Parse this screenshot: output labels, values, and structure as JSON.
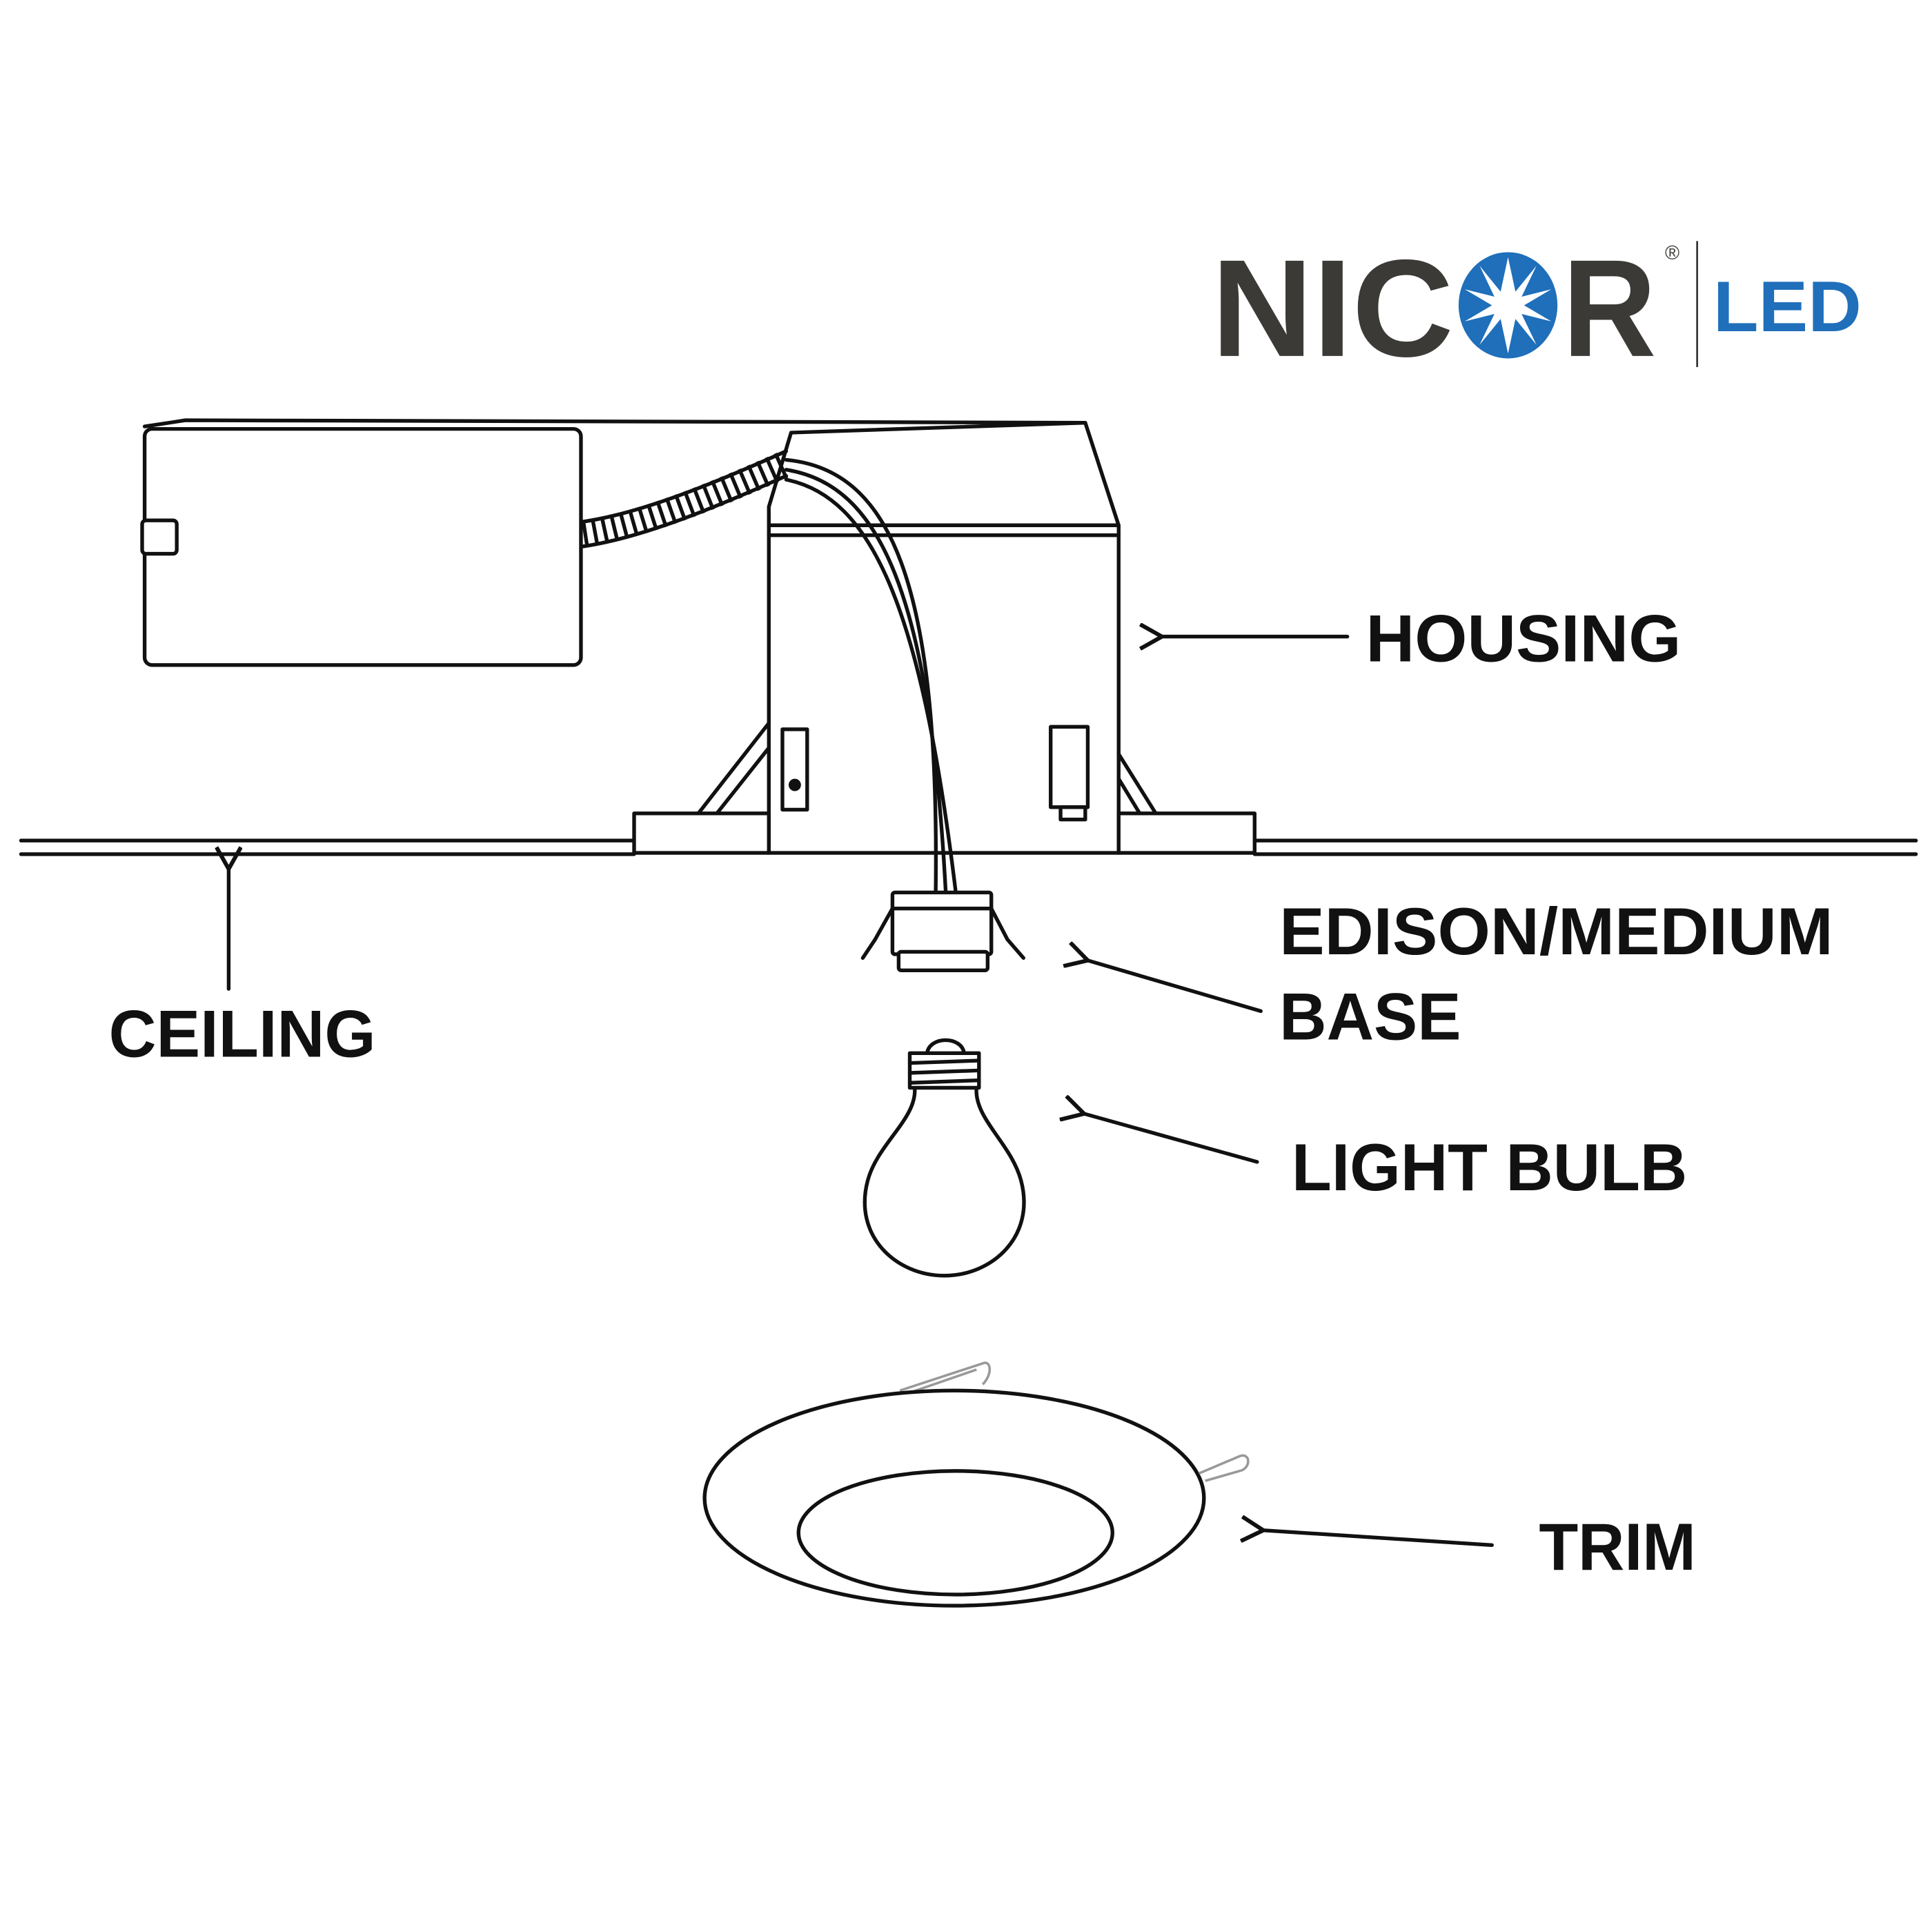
{
  "logo": {
    "brand_prefix": "NIC",
    "brand_suffix": "R",
    "registered_mark": "®",
    "product_line": "LED",
    "brand_color": "#3b3a36",
    "accent_color": "#1f6fba"
  },
  "labels": {
    "housing": "HOUSING",
    "ceiling": "CEILING",
    "base_line1": "EDISON/MEDIUM",
    "base_line2": "BASE",
    "light_bulb": "LIGHT BULB",
    "trim": "TRIM"
  }
}
